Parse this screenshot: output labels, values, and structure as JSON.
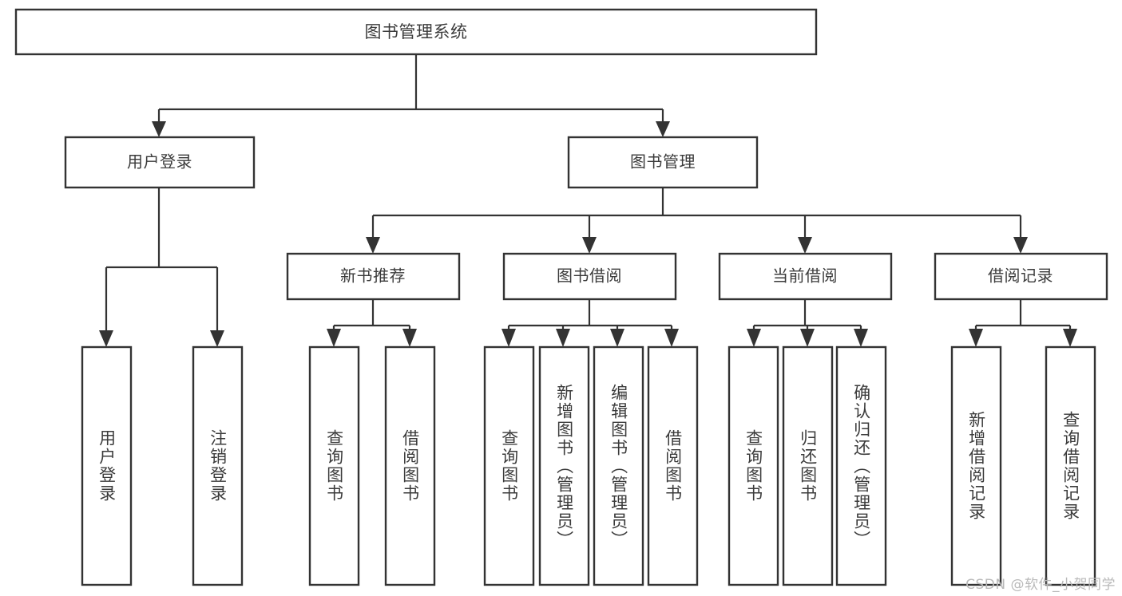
{
  "diagram": {
    "type": "tree",
    "title": "图书管理系统",
    "watermark": "CSDN @软件_小贺同学",
    "root": {
      "label": "图书管理系统"
    },
    "level2": [
      {
        "label": "用户登录"
      },
      {
        "label": "图书管理"
      }
    ],
    "level3": [
      {
        "label": "新书推荐"
      },
      {
        "label": "图书借阅"
      },
      {
        "label": "当前借阅"
      },
      {
        "label": "借阅记录"
      }
    ],
    "leaves": {
      "user_login": [
        {
          "label": "用户登录"
        },
        {
          "label": "注销登录"
        }
      ],
      "new_book_recommend": [
        {
          "label": "查询图书"
        },
        {
          "label": "借阅图书"
        }
      ],
      "book_borrow": [
        {
          "label": "查询图书"
        },
        {
          "label": "新增图书（管理员）"
        },
        {
          "label": "编辑图书（管理员）"
        },
        {
          "label": "借阅图书"
        }
      ],
      "current_borrow": [
        {
          "label": "查询图书"
        },
        {
          "label": "归还图书"
        },
        {
          "label": "确认归还（管理员）"
        }
      ],
      "borrow_record": [
        {
          "label": "新增借阅记录"
        },
        {
          "label": "查询借阅记录"
        }
      ]
    },
    "colors": {
      "box_stroke": "#333333",
      "box_fill": "#ffffff",
      "text": "#3b3b3b",
      "watermark": "#b9b9b9",
      "background": "#ffffff"
    }
  }
}
